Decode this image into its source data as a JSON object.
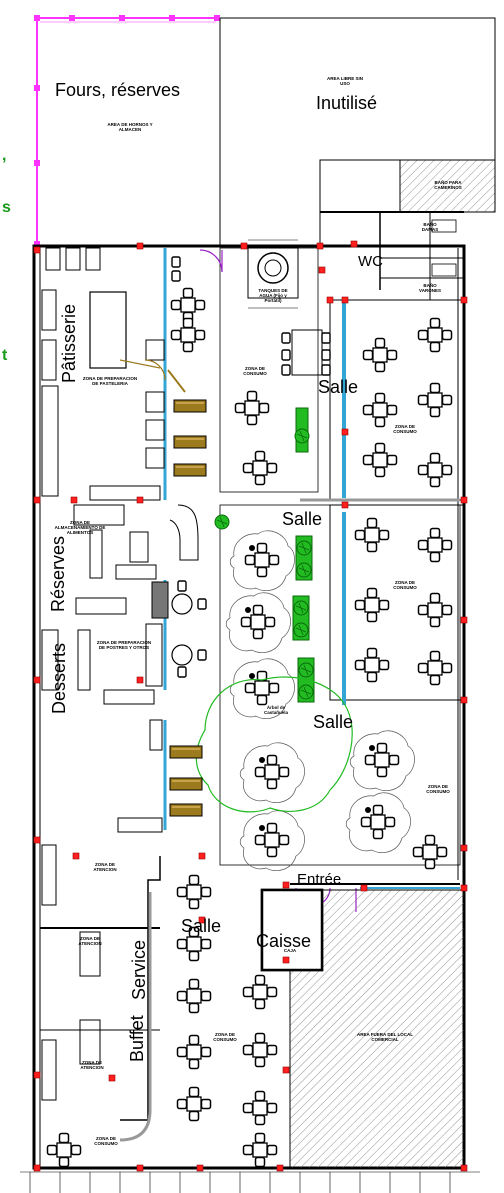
{
  "labels": {
    "fours_reserves": "Fours, réserves",
    "inutilise": "Inutilisé",
    "wc": "WC",
    "patisserie": "Pâtisserie",
    "salle_1": "Salle",
    "salle_2": "Salle",
    "salle_3": "Salle",
    "salle_4": "Salle",
    "reserves": "Réserves",
    "desserts": "Desserts",
    "entree": "Entrée",
    "caisse": "Caisse",
    "buffet": "Buffet",
    "service": "Service"
  },
  "small_text": {
    "area_hornos": "AREA DE HORNOS Y ALMACEN",
    "area_libre": "AREA LIBRE SIN USO",
    "bano_camerinos": "BAÑO PARA CAMERINOS",
    "tanques": "TANQUES DE AGUA (Fijo y Portátil)",
    "zona_pasteleria": "ZONA DE PREPARACION DE PASTELERIA",
    "zona_consumo_1": "ZONA DE CONSUMO",
    "zona_consumo_2": "ZONA DE CONSUMO",
    "zona_consumo_3": "ZONA DE CONSUMO",
    "zona_consumo_4": "ZONA DE CONSUMO",
    "zona_consumo_5": "ZONA DE CONSUMO",
    "zona_consumo_6": "ZONA DE CONSUMO",
    "zona_almacenamiento": "ZONA DE ALMACENAMIENTO DE ALIMENTOS",
    "zona_postres": "ZONA DE PREPARACION DE POSTRES Y OTROS",
    "arbol": "Árbol de Castañuela",
    "zona_atencion_1": "ZONA DE ATENCION",
    "zona_atencion_2": "ZONA DE ATENCION",
    "zona_atencion_3": "ZONA DE ATENCION",
    "caja": "CAJA",
    "area_fuera": "AREA FUERA DEL LOCAL COMERCIAL",
    "bano_damas": "BAÑO DAMAS",
    "bano_varones": "BAÑO VARONES"
  },
  "left_edge_fragments": {
    "frag_1": ",",
    "frag_2": "s",
    "frag_3": "t"
  },
  "colors": {
    "wall": "#111111",
    "column": "#ff2222",
    "magenta": "#ff33ff",
    "glass": "#33a6d6",
    "plant": "#22bb22",
    "counter": "#9c7a1e",
    "door": "#9a22c8",
    "green_text": "#1a9a1a"
  },
  "icons": {
    "plant": "plant-icon",
    "chair": "chair-icon",
    "stove": "stove-icon",
    "toilet": "toilet-icon",
    "water-tank": "water-tank-icon"
  }
}
